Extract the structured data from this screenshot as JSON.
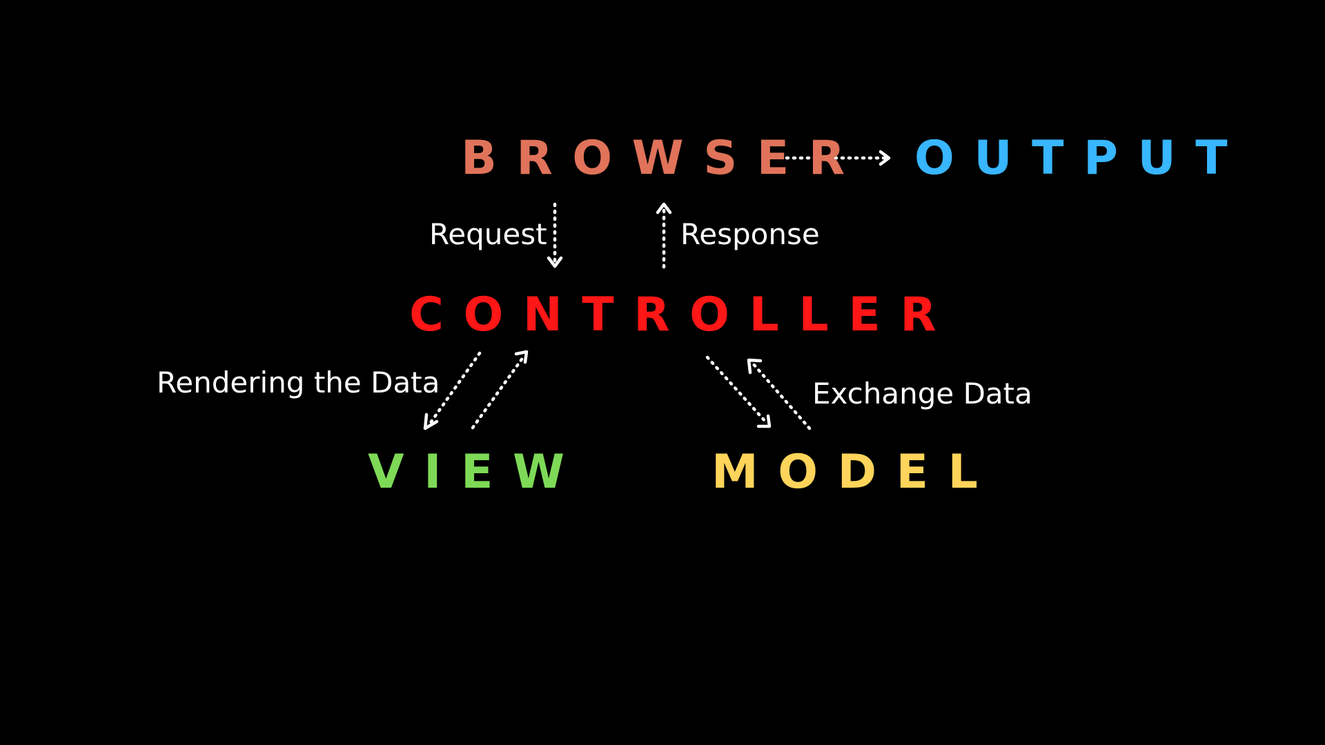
{
  "diagram": {
    "nodes": {
      "browser": {
        "label": "BROWSER",
        "color": "#E0735A"
      },
      "output": {
        "label": "OUTPUT",
        "color": "#38B6FF"
      },
      "controller": {
        "label": "CONTROLLER",
        "color": "#FF1616"
      },
      "view": {
        "label": "VIEW",
        "color": "#7ED957"
      },
      "model": {
        "label": "MODEL",
        "color": "#FFD45A"
      }
    },
    "edge_labels": {
      "request": "Request",
      "response": "Response",
      "rendering": "Rendering the Data",
      "exchange": "Exchange Data"
    },
    "arrow_color": "#FFFFFF",
    "background": "#000000"
  }
}
